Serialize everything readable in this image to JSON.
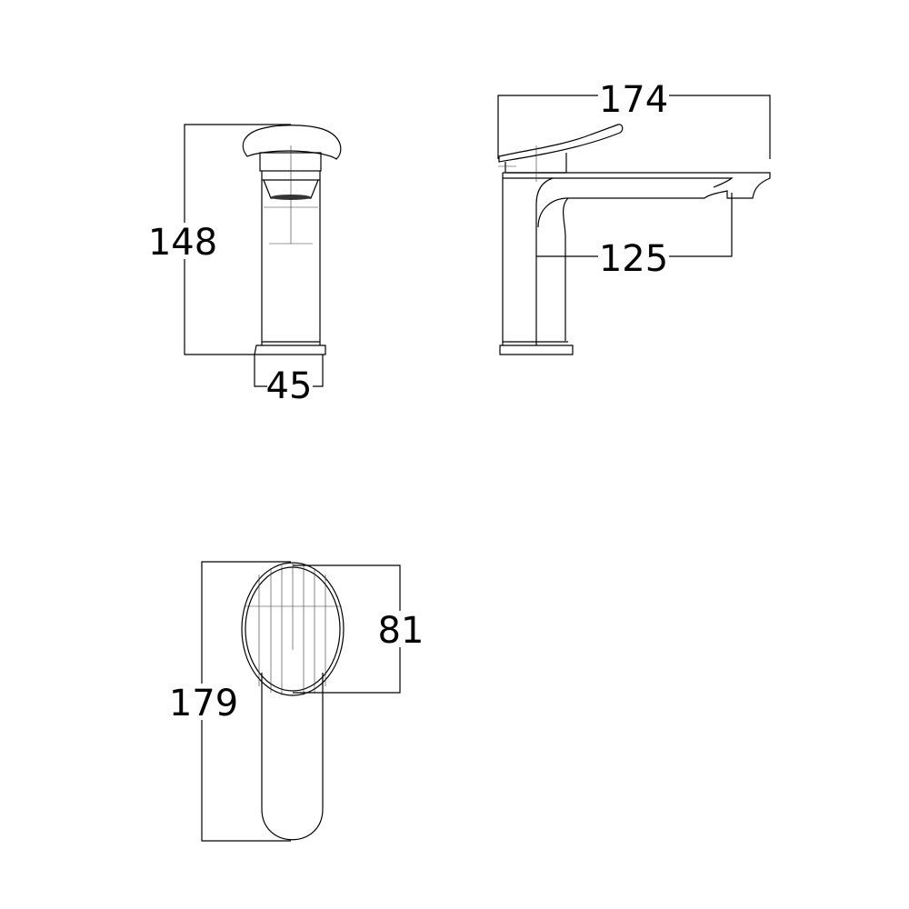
{
  "drawing": {
    "front_view": {
      "height_label": "148",
      "width_label": "45"
    },
    "side_view": {
      "total_depth_label": "174",
      "spout_reach_label": "125"
    },
    "top_view": {
      "length_label": "179",
      "handle_width_label": "81"
    },
    "line_color": "#000000"
  }
}
